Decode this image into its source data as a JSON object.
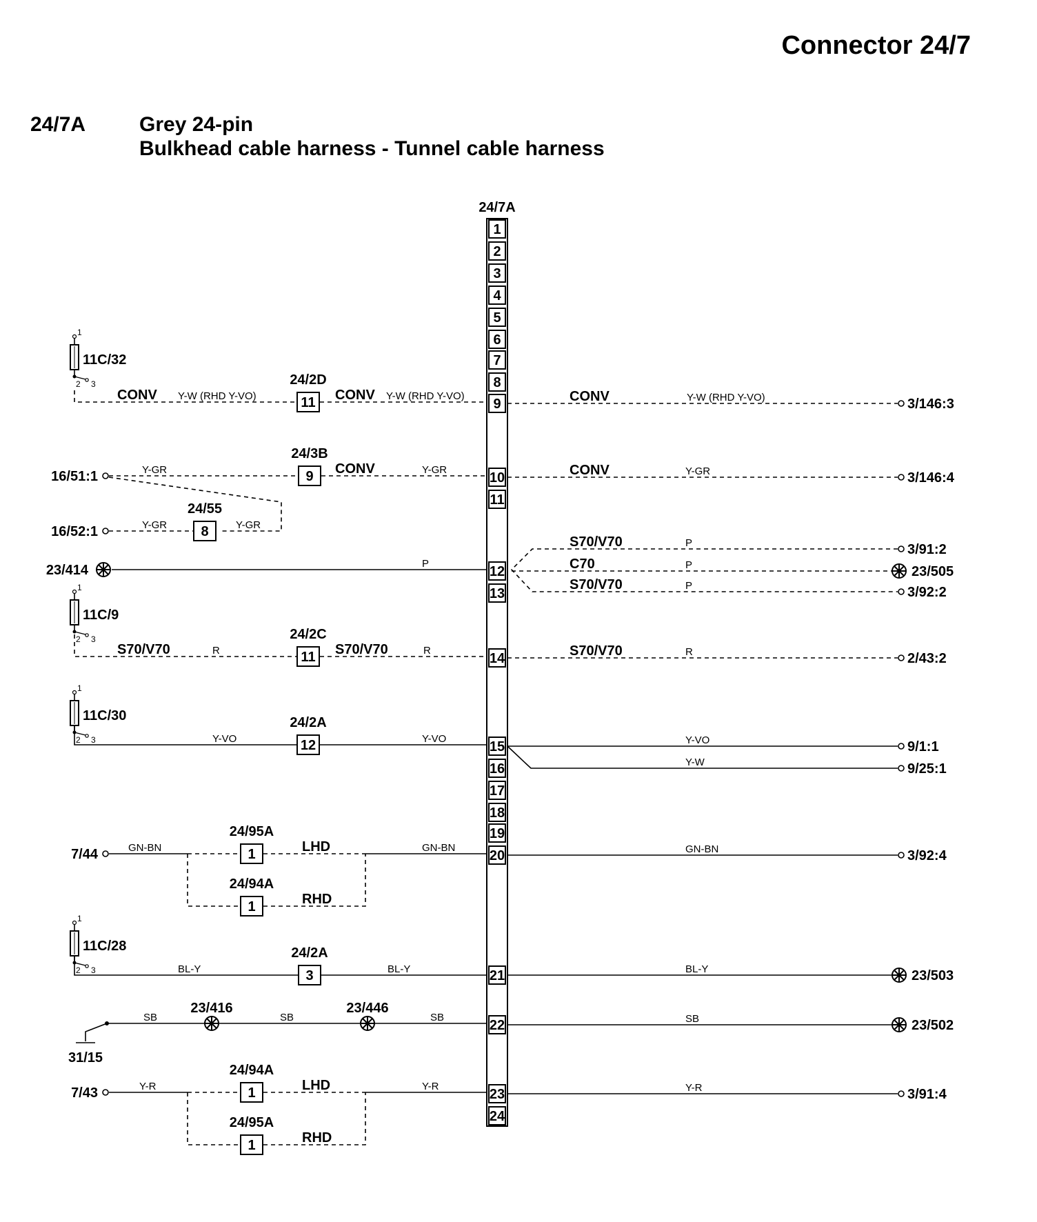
{
  "page": {
    "title": "Connector 24/7",
    "section_id": "24/7A",
    "section_name": "Grey 24-pin",
    "section_desc": "Bulkhead cable harness - Tunnel cable harness"
  },
  "connector": {
    "label": "24/7A",
    "pins": [
      "1",
      "2",
      "3",
      "4",
      "5",
      "6",
      "7",
      "8",
      "9",
      "10",
      "11",
      "12",
      "13",
      "14",
      "15",
      "16",
      "17",
      "18",
      "19",
      "20",
      "21",
      "22",
      "23",
      "24"
    ]
  },
  "fuses": [
    {
      "id": "fuse-11c-32",
      "label": "11C/32",
      "pin_top": "1",
      "pin_2": "2",
      "pin_3": "3"
    },
    {
      "id": "fuse-11c-9",
      "label": "11C/9",
      "pin_top": "1",
      "pin_2": "2",
      "pin_3": "3"
    },
    {
      "id": "fuse-11c-30",
      "label": "11C/30",
      "pin_top": "1",
      "pin_2": "2",
      "pin_3": "3"
    },
    {
      "id": "fuse-11c-28",
      "label": "11C/28",
      "pin_top": "1",
      "pin_2": "2",
      "pin_3": "3"
    }
  ],
  "inline_connectors": [
    {
      "id": "ic-24-2d",
      "label": "24/2D",
      "pin": "11"
    },
    {
      "id": "ic-24-3b",
      "label": "24/3B",
      "pin": "9"
    },
    {
      "id": "ic-24-55",
      "label": "24/55",
      "pin": "8"
    },
    {
      "id": "ic-24-2c",
      "label": "24/2C",
      "pin": "11"
    },
    {
      "id": "ic-24-2a-a",
      "label": "24/2A",
      "pin": "12"
    },
    {
      "id": "ic-24-95a-a",
      "label": "24/95A",
      "pin": "1"
    },
    {
      "id": "ic-24-94a-a",
      "label": "24/94A",
      "pin": "1"
    },
    {
      "id": "ic-24-2a-b",
      "label": "24/2A",
      "pin": "3"
    },
    {
      "id": "ic-24-94a-b",
      "label": "24/94A",
      "pin": "1"
    },
    {
      "id": "ic-24-95a-b",
      "label": "24/95A",
      "pin": "1"
    }
  ],
  "splices": [
    {
      "id": "splice-23-414",
      "label": "23/414"
    },
    {
      "id": "splice-23-505",
      "label": "23/505"
    },
    {
      "id": "splice-23-503",
      "label": "23/503"
    },
    {
      "id": "splice-23-416",
      "label": "23/416"
    },
    {
      "id": "splice-23-446",
      "label": "23/446"
    },
    {
      "id": "splice-23-502",
      "label": "23/502"
    }
  ],
  "left_terminals": [
    {
      "id": "lt-16-51-1",
      "label": "16/51:1"
    },
    {
      "id": "lt-16-52-1",
      "label": "16/52:1"
    },
    {
      "id": "lt-7-44",
      "label": "7/44"
    },
    {
      "id": "lt-7-43",
      "label": "7/43"
    }
  ],
  "ground": {
    "label": "31/15"
  },
  "right_terminals": [
    {
      "id": "rt-3-146-3",
      "label": "3/146:3"
    },
    {
      "id": "rt-3-146-4",
      "label": "3/146:4"
    },
    {
      "id": "rt-3-91-2",
      "label": "3/91:2"
    },
    {
      "id": "rt-3-92-2",
      "label": "3/92:2"
    },
    {
      "id": "rt-2-43-2",
      "label": "2/43:2"
    },
    {
      "id": "rt-9-1-1",
      "label": "9/1:1"
    },
    {
      "id": "rt-9-25-1",
      "label": "9/25:1"
    },
    {
      "id": "rt-3-92-4",
      "label": "3/92:4"
    },
    {
      "id": "rt-3-91-4",
      "label": "3/91:4"
    }
  ],
  "wire_labels": {
    "conv": "CONV",
    "y_w_rhd": "Y-W (RHD Y-VO)",
    "y_gr": "Y-GR",
    "p": "P",
    "s70v70": "S70/V70",
    "c70": "C70",
    "r": "R",
    "y_vo": "Y-VO",
    "y_w": "Y-W",
    "gn_bn": "GN-BN",
    "lhd": "LHD",
    "rhd": "RHD",
    "bl_y": "BL-Y",
    "sb": "SB",
    "y_r": "Y-R"
  }
}
